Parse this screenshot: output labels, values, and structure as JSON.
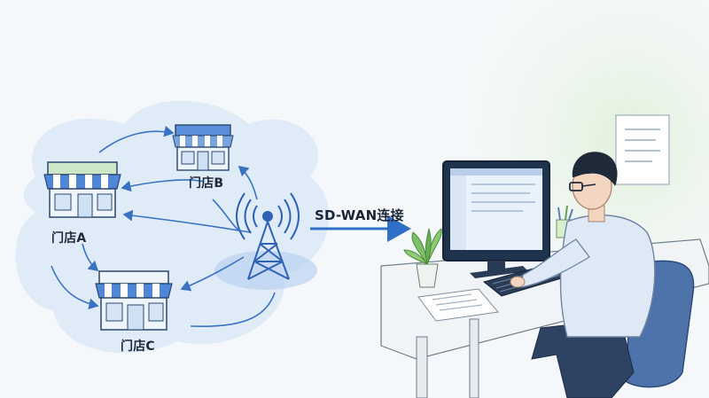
{
  "stores": {
    "a": {
      "label": "门店A"
    },
    "b": {
      "label": "门店B"
    },
    "c": {
      "label": "门店C"
    }
  },
  "connection": {
    "label": "SD-WAN连接"
  },
  "icons": {
    "tower": "cell-tower-icon",
    "store": "storefront-icon",
    "computer": "desktop-monitor-icon",
    "plant": "potted-plant-icon",
    "person": "person-at-computer-icon"
  },
  "colors": {
    "accent": "#2f6fc7",
    "awning": "#4f86d6",
    "cloud": "#cfe1f5",
    "green_wash": "#e3f2dd"
  }
}
